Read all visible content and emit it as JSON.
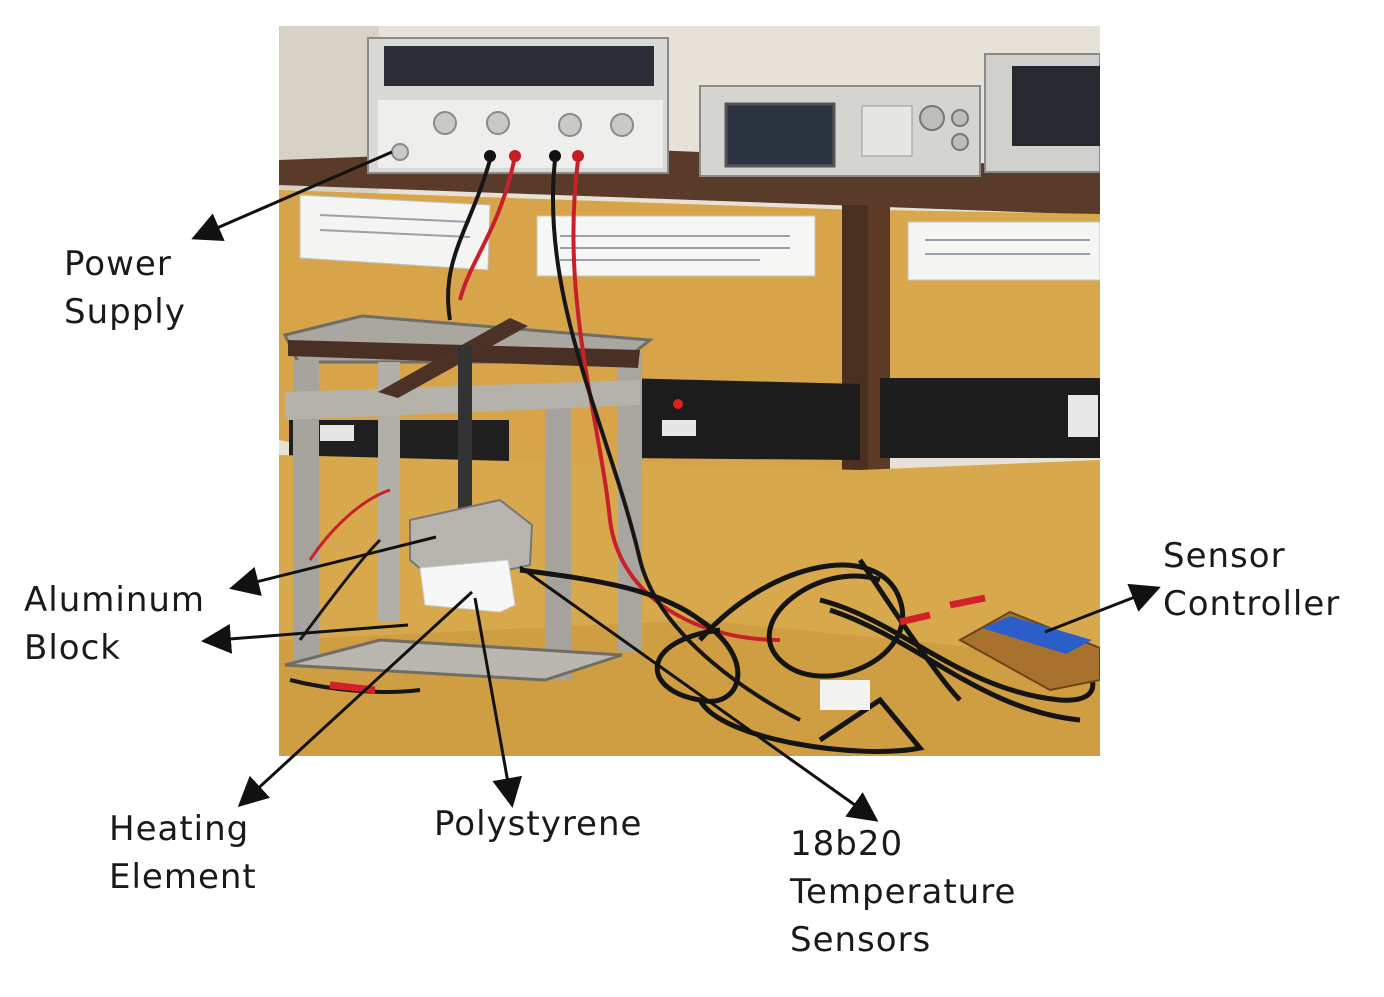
{
  "labels": {
    "power_supply": [
      "Power",
      "Supply"
    ],
    "aluminum_block": [
      "Aluminum",
      "Block"
    ],
    "heating_element": [
      "Heating",
      "Element"
    ],
    "polystyrene": [
      "Polystyrene"
    ],
    "temperature_sensors": [
      "18b20",
      "Temperature",
      "Sensors"
    ],
    "sensor_controller": [
      "Sensor",
      "Controller"
    ]
  },
  "colors": {
    "background": "#ffffff",
    "text": "#1a1a1a",
    "arrow": "#111111",
    "desk": "#d9a94a",
    "wall": "#e8e4da",
    "wire_red": "#c8202a",
    "wire_black": "#161616"
  },
  "icons": {
    "arrowhead": "triangle-arrowhead"
  }
}
